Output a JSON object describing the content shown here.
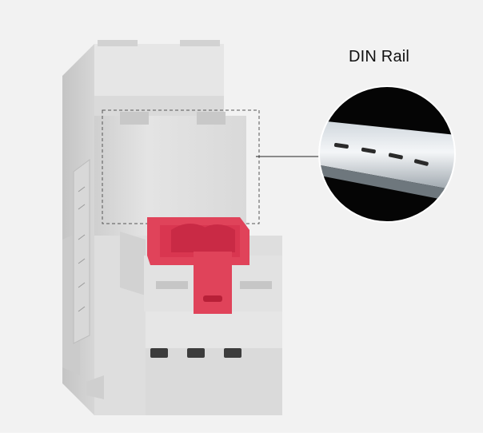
{
  "image": {
    "callout": {
      "label": "DIN Rail"
    },
    "colors": {
      "background": "#f2f2f2",
      "device_body": "#dcdcdc",
      "clip": "#e0435a",
      "callout_bg": "#050505"
    },
    "icons": {
      "device": "din-rail-timer-device",
      "rail": "din-rail-closeup"
    }
  }
}
